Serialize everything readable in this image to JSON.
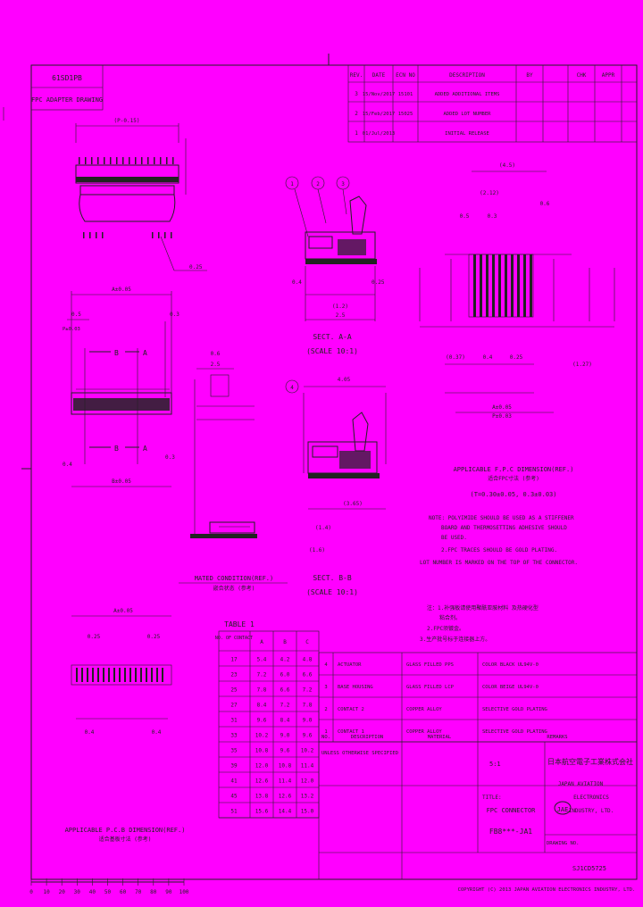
{
  "drawing_id_top": "61SD1PB",
  "drawing_id_sub": "FPC ADAPTER DRAWING",
  "revisions": {
    "headers": [
      "REV.",
      "DATE",
      "ECN NO",
      "DESCRIPTION",
      "BY",
      "CHK",
      "APPR"
    ],
    "rows": [
      [
        "3",
        "15/Nov/2017",
        "15101",
        "ADDED ADDITIONAL ITEMS",
        "",
        "",
        ""
      ],
      [
        "2",
        "15/Feb/2017",
        "15025",
        "ADDED LOT NUMBER",
        "",
        "",
        ""
      ],
      [
        "1",
        "01/Jul/2013",
        "",
        "INITIAL RELEASE",
        "",
        "",
        ""
      ]
    ]
  },
  "sections": {
    "sect_aa": "SECT. A-A",
    "scale_aa": "(SCALE 10:1)",
    "sect_bb": "SECT. B-B",
    "scale_bb": "(SCALE 10:1)",
    "mated": "MATED CONDITION(REF.)",
    "mated_cn": "嵌合状态 (参考)",
    "pcb_pattern": "APPLICABLE P.C.B DIMENSION(REF.)",
    "pcb_pattern_cn": "适合基板寸法 (参考)",
    "fpc": "APPLICABLE F.P.C DIMENSION(REF.)",
    "fpc_cn": "适合FPC寸法 (参考)",
    "fpc_thickness": "(T=0.30±0.05, 0.3±0.03)"
  },
  "labels": {
    "b": "B",
    "a": "A",
    "circle_1": "1",
    "circle_2": "2",
    "circle_3": "3",
    "circle_4": "4"
  },
  "dims": {
    "d1": "(P-0.15)",
    "d2": "0.5",
    "d3": "2.5",
    "d4": "(4.5)",
    "d5": "(3.65)",
    "d6": "(1.4)",
    "d7": "(1.6)",
    "d8": "4.05",
    "d9": "(0.37)",
    "d10": "(2.12)",
    "d11": "(1.27)",
    "d12": "P±0.03",
    "d13": "A±0.05",
    "d14": "B±0.05",
    "d15": "0.3",
    "d16": "0.6",
    "d17": "(1.2)",
    "d18": "2.5",
    "d19": "0.4",
    "d20": "0.25"
  },
  "notes": [
    "NOTE: POLYIMIDE SHOULD BE USED AS A STIFFENER",
    "BOARD AND THERMOSETTING ADHESIVE SHOULD",
    "BE USED.",
    "2.FPC TRACES SHOULD BE GOLD PLATING.",
    "LOT NUMBER IS MARKED ON THE TOP OF THE CONNECTOR."
  ],
  "notes_cn": [
    "注：1.补强板请使用聚酰亚胺材料 及热硬化型",
    "粘合剂。",
    "2.FPC须镀金。",
    "3.生产批号标于连接器上方。"
  ],
  "table1": {
    "title": "TABLE 1",
    "headers": [
      "NO. OF CONTACT",
      "A",
      "B",
      "C"
    ],
    "rows": [
      [
        "17",
        "5.4",
        "4.2",
        "4.8"
      ],
      [
        "23",
        "7.2",
        "6.0",
        "6.6"
      ],
      [
        "25",
        "7.8",
        "6.6",
        "7.2"
      ],
      [
        "27",
        "8.4",
        "7.2",
        "7.8"
      ],
      [
        "31",
        "9.6",
        "8.4",
        "9.0"
      ],
      [
        "33",
        "10.2",
        "9.0",
        "9.6"
      ],
      [
        "35",
        "10.8",
        "9.6",
        "10.2"
      ],
      [
        "39",
        "12.0",
        "10.8",
        "11.4"
      ],
      [
        "41",
        "12.6",
        "11.4",
        "12.0"
      ],
      [
        "45",
        "13.8",
        "12.6",
        "13.2"
      ],
      [
        "51",
        "15.6",
        "14.4",
        "15.0"
      ]
    ]
  },
  "bom": {
    "rows": [
      [
        "4",
        "ACTUATOR",
        "GLASS FILLED PPS",
        "COLOR BLACK  UL94V-0"
      ],
      [
        "3",
        "BASE HOUSING",
        "GLASS FILLED LCP",
        "COLOR BEIGE  UL94V-0"
      ],
      [
        "2",
        "CONTACT 2",
        "COPPER ALLOY",
        "SELECTIVE GOLD PLATING"
      ],
      [
        "1",
        "CONTACT 1",
        "COPPER ALLOY",
        "SELECTIVE GOLD PLATING"
      ]
    ],
    "headers": [
      "NO.",
      "DESCRIPTION",
      "MATERIAL",
      "REMARKS"
    ]
  },
  "title_block": {
    "tolerance": "UNLESS OTHERWISE SPECIFIED",
    "scale": "5:1",
    "title_label": "TITLE:",
    "title": "FPC CONNECTOR",
    "part_no": "FB8***-JA1",
    "company_cn": "日本航空電子工業株式会社",
    "company_en1": "JAPAN AVIATION",
    "company_en2": "ELECTRONICS",
    "company_en3": "INDUSTRY, LTD.",
    "drawing_no_label": "DRAWING NO.",
    "drawing_no": "SJ1CD5725",
    "copyright": "COPYRIGHT (C) 2013 JAPAN AVIATION ELECTRONICS INDUSTRY, LTD."
  },
  "scale_bar": [
    "0",
    "10",
    "20",
    "30",
    "40",
    "50",
    "60",
    "70",
    "80",
    "90",
    "100"
  ]
}
